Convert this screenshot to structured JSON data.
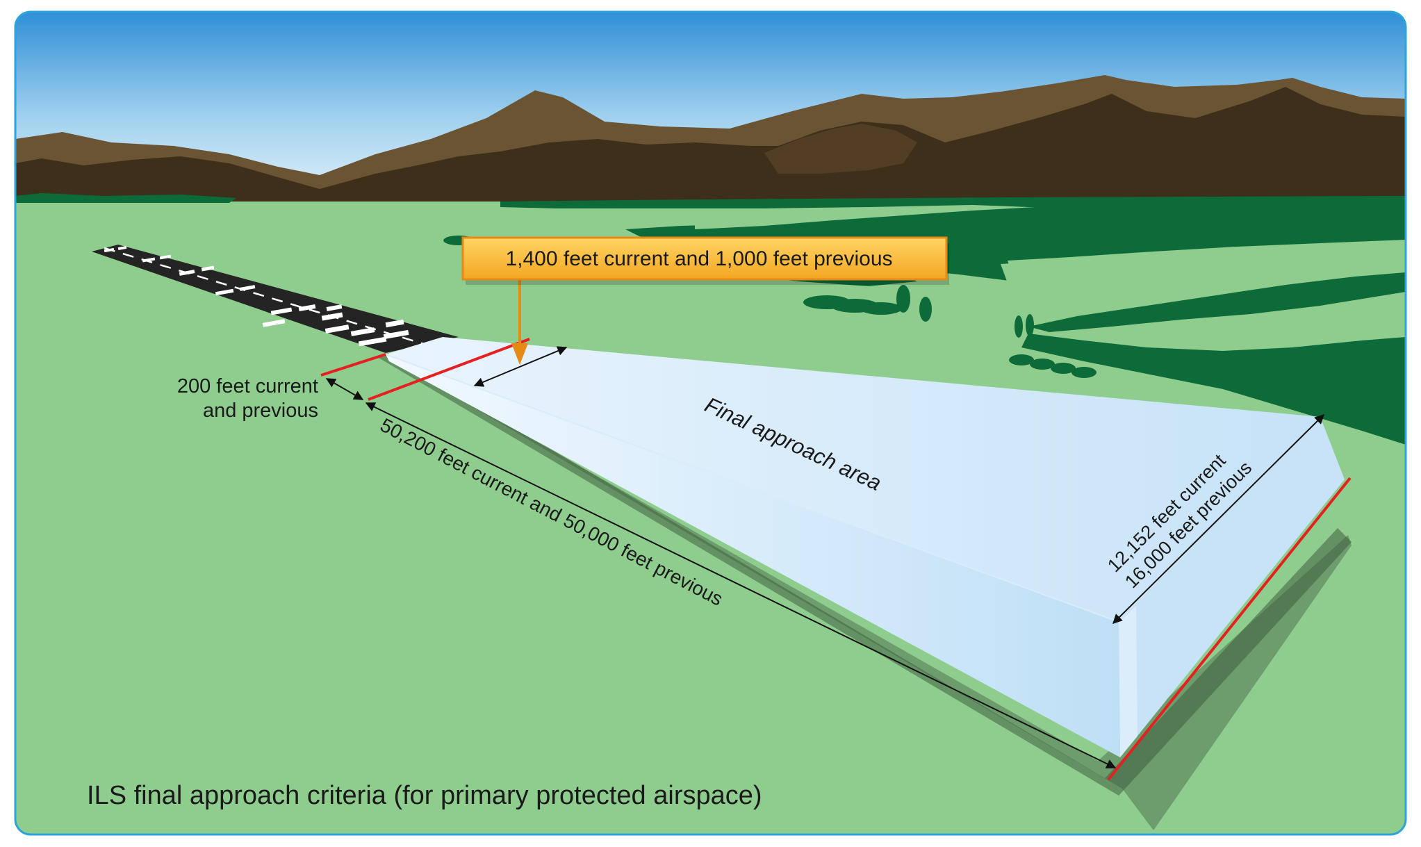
{
  "callout": {
    "text": "1,400 feet current and 1,000 feet previous",
    "fill": "#f7b733",
    "stroke": "#e58a16"
  },
  "labels": {
    "threshold_line1": "200 feet current",
    "threshold_line2": "and previous",
    "length": "50,200 feet current and 50,000 feet previous",
    "area": "Final approach area",
    "width_line1": "12,152 feet current",
    "width_line2": "16,000 feet previous",
    "caption": "ILS final approach criteria (for primary protected airspace)"
  },
  "colors": {
    "frame_border": "#2ba3dc",
    "ground": "#8fcd8f",
    "sky_top": "#2f8fd6",
    "sky_bottom": "#d8eef7",
    "mountain": "#6b5433",
    "mountain_shadow": "#3e2f1b",
    "forest": "#0d6b3a",
    "runway": "#242424",
    "area_top": "#d6eafa",
    "area_side": "#b9dcf5",
    "boundary_line": "#e52020",
    "callout_arrow": "#e58a16"
  }
}
